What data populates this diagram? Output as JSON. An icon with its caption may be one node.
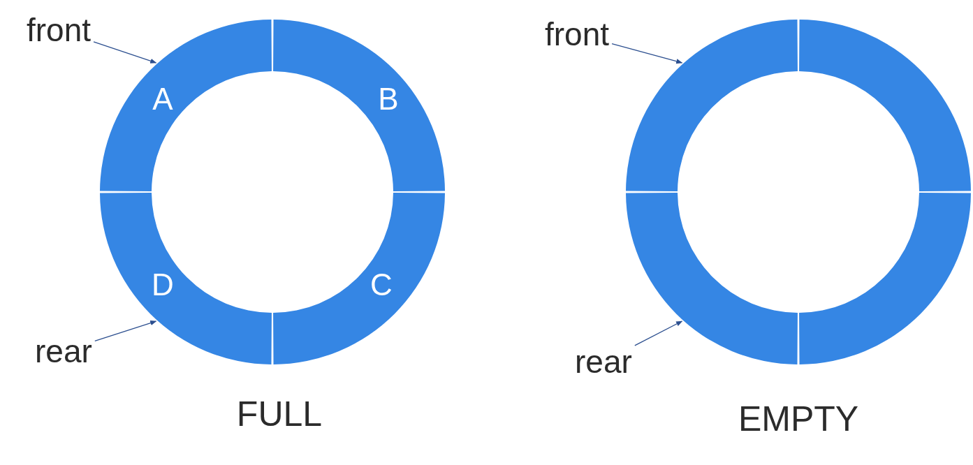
{
  "diagram": {
    "nodes": [
      {
        "text": [
          "front"
        ]
      },
      {
        "text": [
          "A"
        ]
      },
      {
        "text": [
          "B"
        ]
      },
      {
        "text": [
          "C"
        ]
      },
      {
        "text": [
          "D"
        ]
      },
      {
        "text": [
          "rear"
        ]
      },
      {
        "text": [
          "front"
        ]
      },
      {
        "text": [],
        "shape": "arc"
      },
      {
        "text": [],
        "shape": "arc"
      },
      {
        "text": [],
        "shape": "arc"
      },
      {
        "text": [],
        "shape": "arc"
      },
      {
        "text": [
          "rear"
        ]
      }
    ],
    "edges": [
      {
        "from": 0,
        "to": 1,
        "arrow": "to"
      },
      {
        "from": 5,
        "to": 4,
        "arrow": "to"
      },
      {
        "from": 6,
        "to": 7,
        "arrow": "to"
      },
      {
        "from": 11,
        "to": 9,
        "arrow": "to"
      }
    ],
    "labels": [
      "FULL",
      "EMPTY"
    ]
  }
}
